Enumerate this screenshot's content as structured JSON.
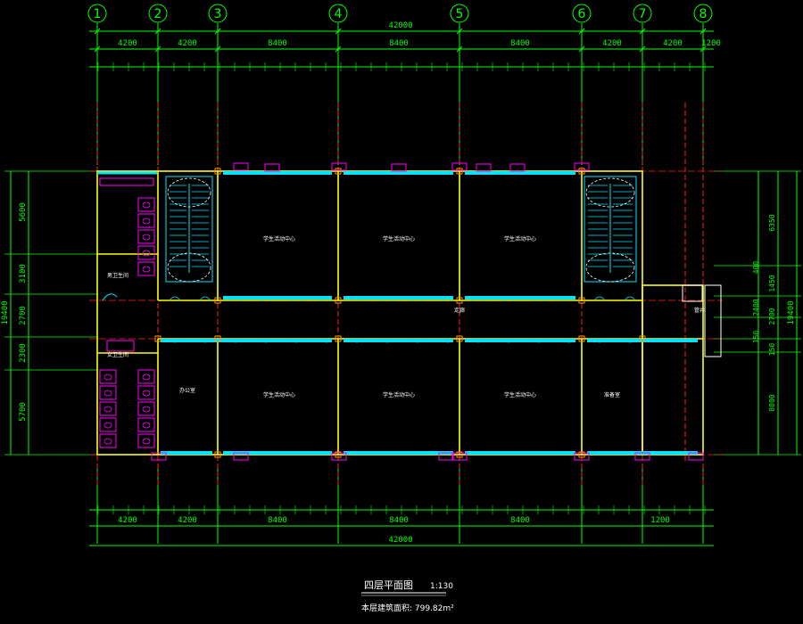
{
  "colors": {
    "background": "#000000",
    "grid": "#00ff00",
    "axis_red": "#ff2020",
    "wall": "#ffff00",
    "window": "#00e5ff",
    "fixture": "#ff00ff",
    "text": "#ffffff",
    "orange": "#ff9900"
  },
  "axes": [
    {
      "id": "1",
      "label": "1"
    },
    {
      "id": "2",
      "label": "2"
    },
    {
      "id": "3",
      "label": "3"
    },
    {
      "id": "4",
      "label": "4"
    },
    {
      "id": "5",
      "label": "5"
    },
    {
      "id": "6",
      "label": "6"
    },
    {
      "id": "7",
      "label": "7"
    },
    {
      "id": "8",
      "label": "8"
    }
  ],
  "top_dims": {
    "total": "42000",
    "bays": [
      "4200",
      "4200",
      "8400",
      "8400",
      "8400",
      "4200",
      "4200",
      "1200"
    ]
  },
  "bottom_dims": {
    "total": "42000",
    "bays": [
      "4200",
      "4200",
      "8400",
      "8400",
      "8400",
      "1200"
    ]
  },
  "left_dims": {
    "total": "19400",
    "parts": [
      "5600",
      "3100",
      "2700",
      "2300",
      "5700"
    ]
  },
  "right_dims": {
    "total": "19400",
    "parts": [
      "6350",
      "400",
      "1450",
      "2400",
      "2700",
      "150",
      "150",
      "8000"
    ]
  },
  "rooms": {
    "north_classroom": "学生活动中心",
    "south_classroom": "学生活动中心",
    "office": "办公室",
    "prep_room": "准备室",
    "toilet_m": "男卫生间",
    "toilet_f": "女卫生间",
    "corridor": "走廊",
    "shaft": "管井"
  },
  "title": {
    "name": "四层平面图",
    "scale": "1:130",
    "area": "本层建筑面积: 799.82m²"
  }
}
